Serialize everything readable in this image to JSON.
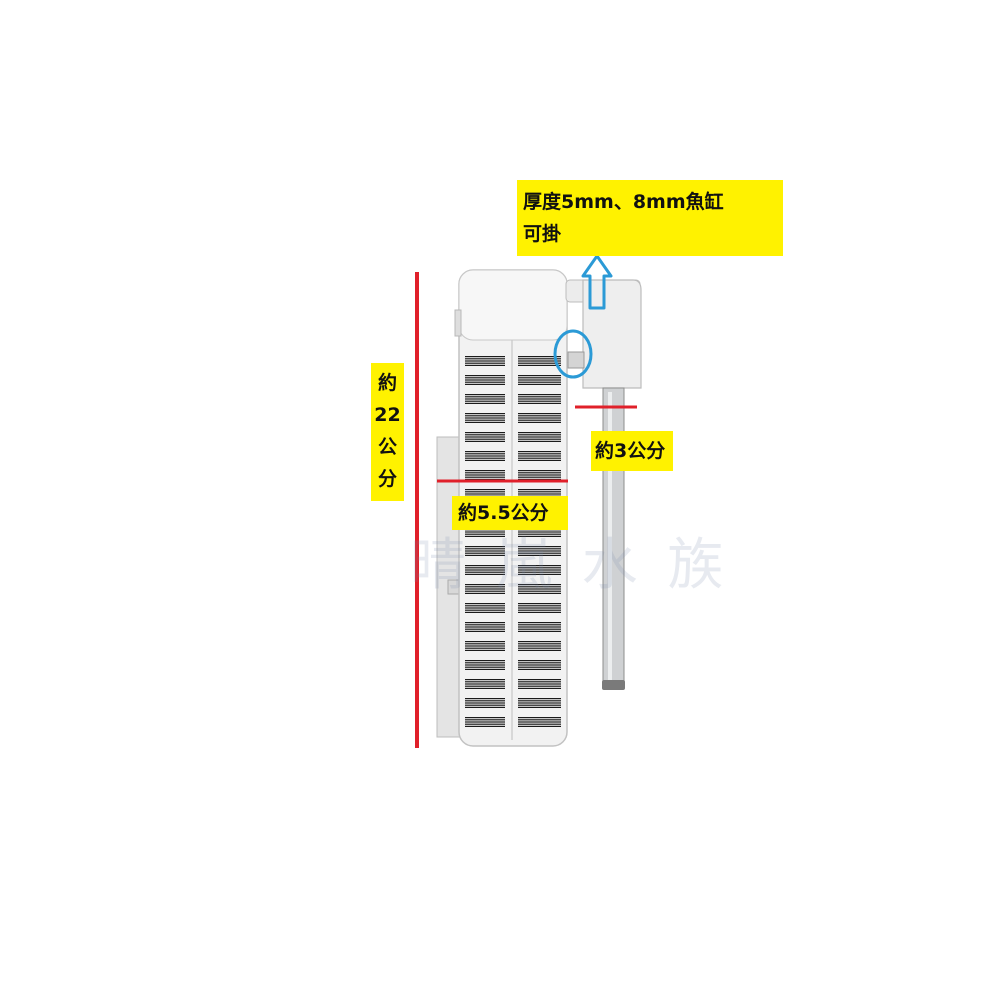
{
  "labels": {
    "thickness_line1": "厚度5mm、8mm魚缸",
    "thickness_line2": "可掛",
    "height_label": "約22公分",
    "height_line1": "約",
    "height_line2": "22",
    "height_line3": "公",
    "height_line4": "分",
    "width_label": "約5.5公分",
    "tube_label": "約3公分"
  },
  "watermark": "晴 嵐 水 族",
  "colors": {
    "label_bg": "#fff200",
    "measure_line": "#e0202a",
    "highlight": "#2b9ad6",
    "body": "#f0f0f0",
    "vent": "#1b1b1b"
  }
}
